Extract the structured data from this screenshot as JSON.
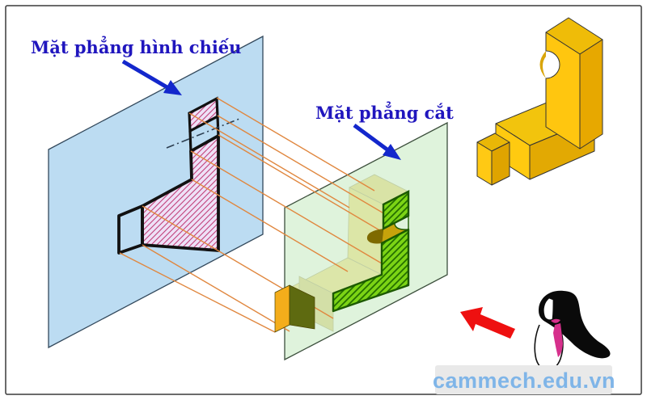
{
  "diagram": {
    "title_context": "Section view formation diagram (technical drawing)",
    "labels": {
      "projection_plane": "Mặt phẳng hình chiếu",
      "cutting_plane": "Mặt phẳng cắt"
    },
    "watermark": "cammech.edu.vn",
    "icons": [
      "blue-callout-arrow",
      "blue-callout-arrow",
      "red-view-direction-arrow",
      "observer-figure"
    ],
    "colors": {
      "projection_plane_fill": "#BCDCF2",
      "projection_plane_stroke": "#33495c",
      "cutting_plane_fill": "#D6F0D2",
      "cutting_plane_stroke": "#3c4f3c",
      "label_text": "#2016BE",
      "callout_arrow": "#1327CC",
      "projection_ray": "#E0873F",
      "section_hatch_line": "#C2407A",
      "section_hatch_bg": "#EEE1F7",
      "section_outline": "#111111",
      "cut_face_fill": "#7CD415",
      "cut_face_hatch": "#256F00",
      "cut_face_outline": "#1C5A00",
      "part_yellow": "#F5C30E",
      "view_arrow_red": "#EE1010",
      "watermark_text": "#7FB5E8",
      "watermark_bg": "#E9E9E9"
    }
  }
}
